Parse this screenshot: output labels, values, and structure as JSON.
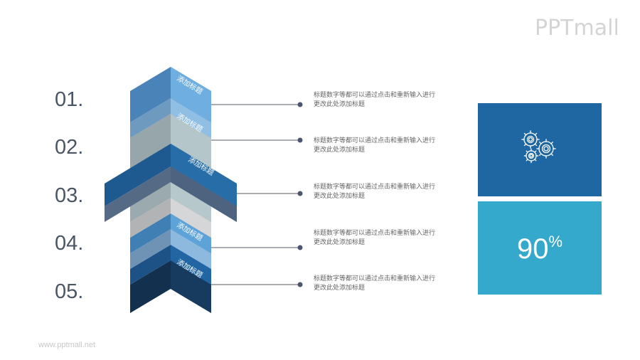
{
  "logo": {
    "text": "PPTmall"
  },
  "footer": {
    "url": "www.pptmall.net"
  },
  "numbers": [
    "01.",
    "02.",
    "03.",
    "04.",
    "05."
  ],
  "arrow_labels": [
    "添加标题",
    "添加标题",
    "添加标题",
    "添加标题",
    "添加标题"
  ],
  "items": [
    {
      "line1": "标题数字等都可以通过点击和重新输入进行",
      "line2": "更改此处添加标题"
    },
    {
      "line1": "标题数字等都可以通过点击和重新输入进行",
      "line2": "更改此处添加标题"
    },
    {
      "line1": "标题数字等都可以通过点击和重新输入进行",
      "line2": "更改此处添加标题"
    },
    {
      "line1": "标题数字等都可以通过点击和重新输入进行",
      "line2": "更改此处添加标题"
    },
    {
      "line1": "标题数字等都可以通过点击和重新输入进行",
      "line2": "更改此处添加标题"
    }
  ],
  "stat": {
    "icon": "gears-icon",
    "value": "90",
    "unit": "%"
  },
  "colors": {
    "gear_box": "#1f67a3",
    "pct_box": "#35a9cc",
    "number_text": "#4a5566",
    "connector": "#555c66",
    "dot": "#4a5670"
  }
}
